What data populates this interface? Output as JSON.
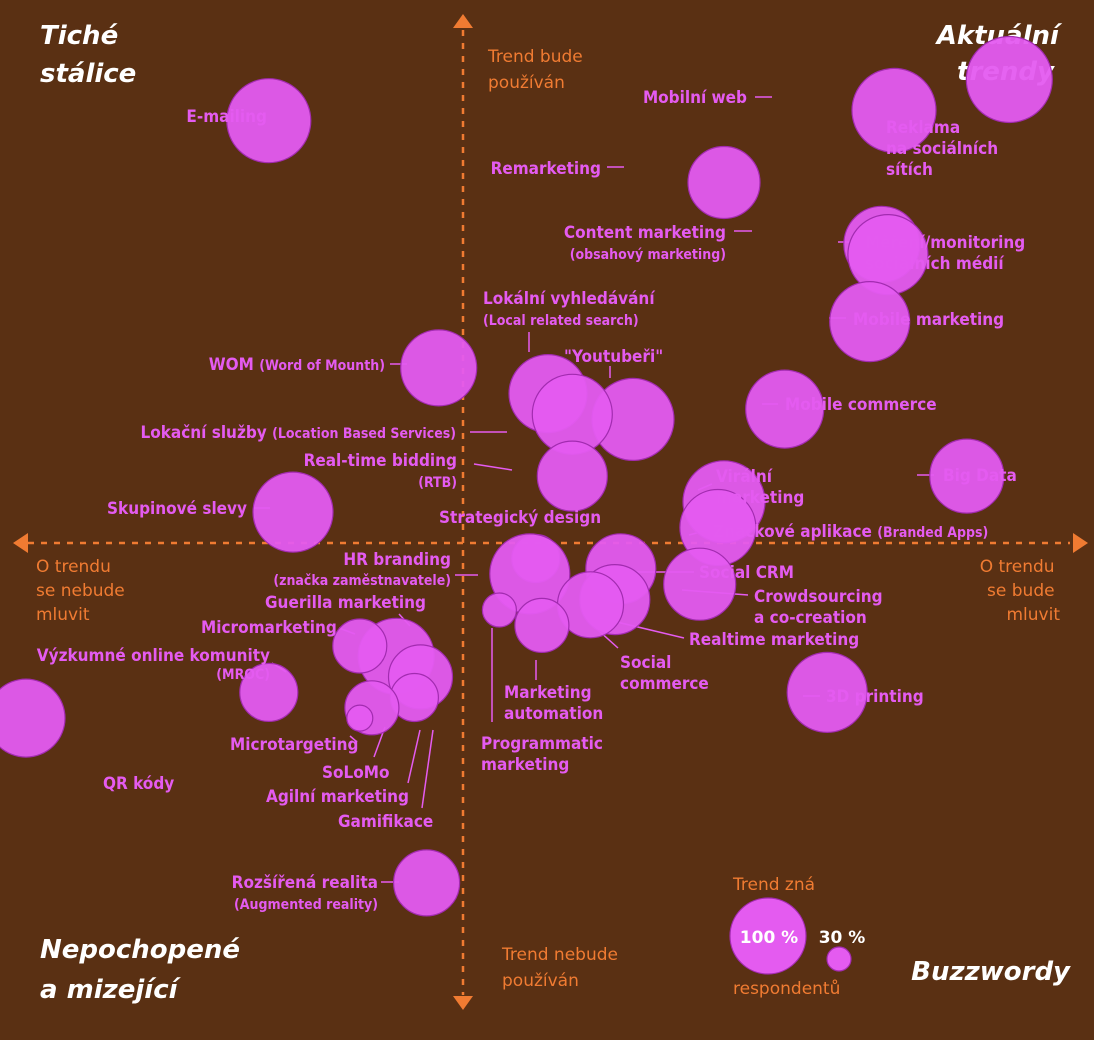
{
  "colors": {
    "background": "#5a3013",
    "bubble": "#e45bf0",
    "axis": "#f07b32",
    "quadrant_text": "#ffffff"
  },
  "chart_data": {
    "type": "scatter",
    "encoding": "bubble; x = mention intensity (left: O trendu se nebude mluvit, right: O trendu se bude mluvit); y = usage (up: Trend bude používán, down: Trend nebude používán); bubble size = share of respondents who know the trend (30 % to 100 %)",
    "axes": {
      "top": [
        "Trend bude",
        "používán"
      ],
      "bottom": [
        "Trend nebude",
        "používán"
      ],
      "left": [
        "O trendu",
        "se nebude",
        "mluvit"
      ],
      "right": [
        "O trendu",
        "se bude",
        "mluvit"
      ],
      "x_range": [
        -10,
        10
      ],
      "y_range": [
        -10,
        10
      ]
    },
    "quadrants": {
      "top_left": [
        "Tiché",
        "stálice"
      ],
      "top_right": [
        "Aktuální",
        "trendy"
      ],
      "bottom_left": [
        "Nepochopené",
        "a mizející"
      ],
      "bottom_right": [
        "Buzzwordy"
      ]
    },
    "size_legend": {
      "title": "Trend zná",
      "footer": "respondentů",
      "large": "100 %",
      "small": "30 %"
    },
    "points": [
      {
        "id": "e-mailing",
        "lines": [
          [
            "E-mailing"
          ]
        ],
        "x": -3.2,
        "y": 8.2,
        "size": 84
      },
      {
        "id": "mobilni-web",
        "lines": [
          [
            "Mobilní web"
          ]
        ],
        "x": 7.1,
        "y": 8.4,
        "size": 84
      },
      {
        "id": "reklama-site",
        "lines": [
          [
            "Reklama"
          ],
          [
            "na sociálních"
          ],
          [
            "sítích"
          ]
        ],
        "x": 9.0,
        "y": 9.0,
        "size": 86
      },
      {
        "id": "remarketing",
        "lines": [
          [
            "Remarketing"
          ]
        ],
        "x": 4.3,
        "y": 7.0,
        "size": 72
      },
      {
        "id": "content-marketing",
        "lines": [
          [
            "Content marketing"
          ],
          [
            "",
            "(obsahový marketing)"
          ]
        ],
        "x": 6.9,
        "y": 5.8,
        "size": 76
      },
      {
        "id": "mereni-monitoring",
        "lines": [
          [
            "Měření/monitoring"
          ],
          [
            "sociálních médií"
          ]
        ],
        "x": 7.0,
        "y": 5.6,
        "size": 80
      },
      {
        "id": "mobile-marketing",
        "lines": [
          [
            "Mobile marketing"
          ]
        ],
        "x": 6.7,
        "y": 4.3,
        "size": 80
      },
      {
        "id": "lokalni-vyhledavani",
        "lines": [
          [
            "Lokální vyhledávání"
          ],
          [
            "",
            "(Local related search)"
          ]
        ],
        "x": 1.4,
        "y": 2.9,
        "size": 78
      },
      {
        "id": "youtuberi",
        "lines": [
          [
            "\"Youtubeři\""
          ]
        ],
        "x": 2.8,
        "y": 2.4,
        "size": 82
      },
      {
        "id": "wom",
        "lines": [
          [
            "WOM ",
            "(Word of Mounth)"
          ]
        ],
        "x": -0.4,
        "y": 3.4,
        "size": 76
      },
      {
        "id": "mobile-commerce",
        "lines": [
          [
            "Mobile commerce"
          ]
        ],
        "x": 5.3,
        "y": 2.6,
        "size": 78
      },
      {
        "id": "lokacni-sluzby",
        "lines": [
          [
            "Lokační služby ",
            "(Location Based Services)"
          ]
        ],
        "x": 1.8,
        "y": 2.5,
        "size": 80
      },
      {
        "id": "real-time-bidding",
        "lines": [
          [
            "Real-time bidding"
          ],
          [
            "",
            "(RTB)"
          ]
        ],
        "x": 1.8,
        "y": 1.3,
        "size": 70
      },
      {
        "id": "big-data",
        "lines": [
          [
            "Big Data"
          ]
        ],
        "x": 8.3,
        "y": 1.3,
        "size": 74
      },
      {
        "id": "viralni-marketing",
        "lines": [
          [
            "Virální"
          ],
          [
            "marketing"
          ]
        ],
        "x": 4.3,
        "y": 0.8,
        "size": 82
      },
      {
        "id": "skupinove-slevy",
        "lines": [
          [
            "Skupinové slevy"
          ]
        ],
        "x": -2.8,
        "y": 0.6,
        "size": 80
      },
      {
        "id": "strategicky-design",
        "lines": [
          [
            "Strategický design"
          ]
        ],
        "x": 1.2,
        "y": -0.3,
        "size": 48
      },
      {
        "id": "znackove-aplikace",
        "lines": [
          [
            "Značkové aplikace ",
            "(Branded Apps)"
          ]
        ],
        "x": 4.2,
        "y": 0.3,
        "size": 76
      },
      {
        "id": "hr-branding",
        "lines": [
          [
            "HR branding"
          ],
          [
            "",
            "(značka zaměstnavatele)"
          ]
        ],
        "x": 1.1,
        "y": -0.6,
        "size": 80
      },
      {
        "id": "social-crm",
        "lines": [
          [
            "Social CRM"
          ]
        ],
        "x": 2.6,
        "y": -0.5,
        "size": 70
      },
      {
        "id": "crowdsourcing",
        "lines": [
          [
            "Crowdsourcing"
          ],
          [
            "a co-creation"
          ]
        ],
        "x": 3.9,
        "y": -0.8,
        "size": 72
      },
      {
        "id": "realtime-marketing",
        "lines": [
          [
            "Realtime marketing"
          ]
        ],
        "x": 2.5,
        "y": -1.1,
        "size": 70
      },
      {
        "id": "social-commerce",
        "lines": [
          [
            "Social"
          ],
          [
            "commerce"
          ]
        ],
        "x": 2.1,
        "y": -1.2,
        "size": 66
      },
      {
        "id": "marketing-automation",
        "lines": [
          [
            "Marketing"
          ],
          [
            "automation"
          ]
        ],
        "x": 1.3,
        "y": -1.6,
        "size": 54
      },
      {
        "id": "programmatic-marketing",
        "lines": [
          [
            "Programmatic"
          ],
          [
            "marketing"
          ]
        ],
        "x": 0.6,
        "y": -1.3,
        "size": 34
      },
      {
        "id": "guerilla-marketing",
        "lines": [
          [
            "Guerilla marketing"
          ]
        ],
        "x": -1.1,
        "y": -2.2,
        "size": 76
      },
      {
        "id": "micromarketing",
        "lines": [
          [
            "Micromarketing"
          ]
        ],
        "x": -1.7,
        "y": -2.0,
        "size": 54
      },
      {
        "id": "mroc",
        "lines": [
          [
            "Výzkumné online komunity"
          ],
          [
            "",
            "(MROC)"
          ]
        ],
        "x": -3.2,
        "y": -2.9,
        "size": 58
      },
      {
        "id": "qr-kody",
        "lines": [
          [
            "QR kódy"
          ]
        ],
        "x": -7.2,
        "y": -3.4,
        "size": 78
      },
      {
        "id": "gamifikace",
        "lines": [
          [
            "Gamifikace"
          ]
        ],
        "x": -0.7,
        "y": -2.6,
        "size": 64
      },
      {
        "id": "agilni-marketing",
        "lines": [
          [
            "Agilní marketing"
          ]
        ],
        "x": -0.8,
        "y": -3.0,
        "size": 48
      },
      {
        "id": "solomo",
        "lines": [
          [
            "SoLoMo"
          ]
        ],
        "x": -1.5,
        "y": -3.2,
        "size": 54
      },
      {
        "id": "microtargeting",
        "lines": [
          [
            "Microtargeting"
          ]
        ],
        "x": -1.7,
        "y": -3.4,
        "size": 26
      },
      {
        "id": "3d-printing",
        "lines": [
          [
            "3D printing"
          ]
        ],
        "x": 6.0,
        "y": -2.9,
        "size": 80
      },
      {
        "id": "rozsirena-realita",
        "lines": [
          [
            "Rozšířená realita"
          ],
          [
            "",
            "(Augmented reality)"
          ]
        ],
        "x": -0.6,
        "y": -6.6,
        "size": 66
      }
    ]
  }
}
